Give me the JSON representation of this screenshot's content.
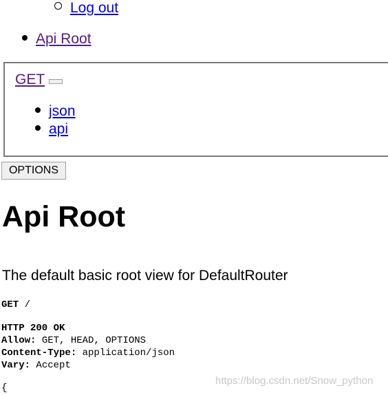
{
  "nav": {
    "logout_label": "Log out",
    "api_root_label": "Api Root"
  },
  "form": {
    "get_label": "GET",
    "links": [
      "json",
      "api"
    ]
  },
  "options_button_label": "OPTIONS",
  "page": {
    "title": "Api Root",
    "description": "The default basic root view for DefaultRouter"
  },
  "request": {
    "method": "GET",
    "path": "/"
  },
  "response": {
    "status": "HTTP 200 OK",
    "headers": [
      {
        "name": "Allow:",
        "value": "GET, HEAD, OPTIONS"
      },
      {
        "name": "Content-Type:",
        "value": "application/json"
      },
      {
        "name": "Vary:",
        "value": "Accept"
      }
    ],
    "body_start": "{"
  },
  "watermark": "https://blog.csdn.net/Snow_python",
  "colors": {
    "link": "#0000ee",
    "visited_link": "#551a8b",
    "fieldset_border": "#7a7a7a"
  }
}
